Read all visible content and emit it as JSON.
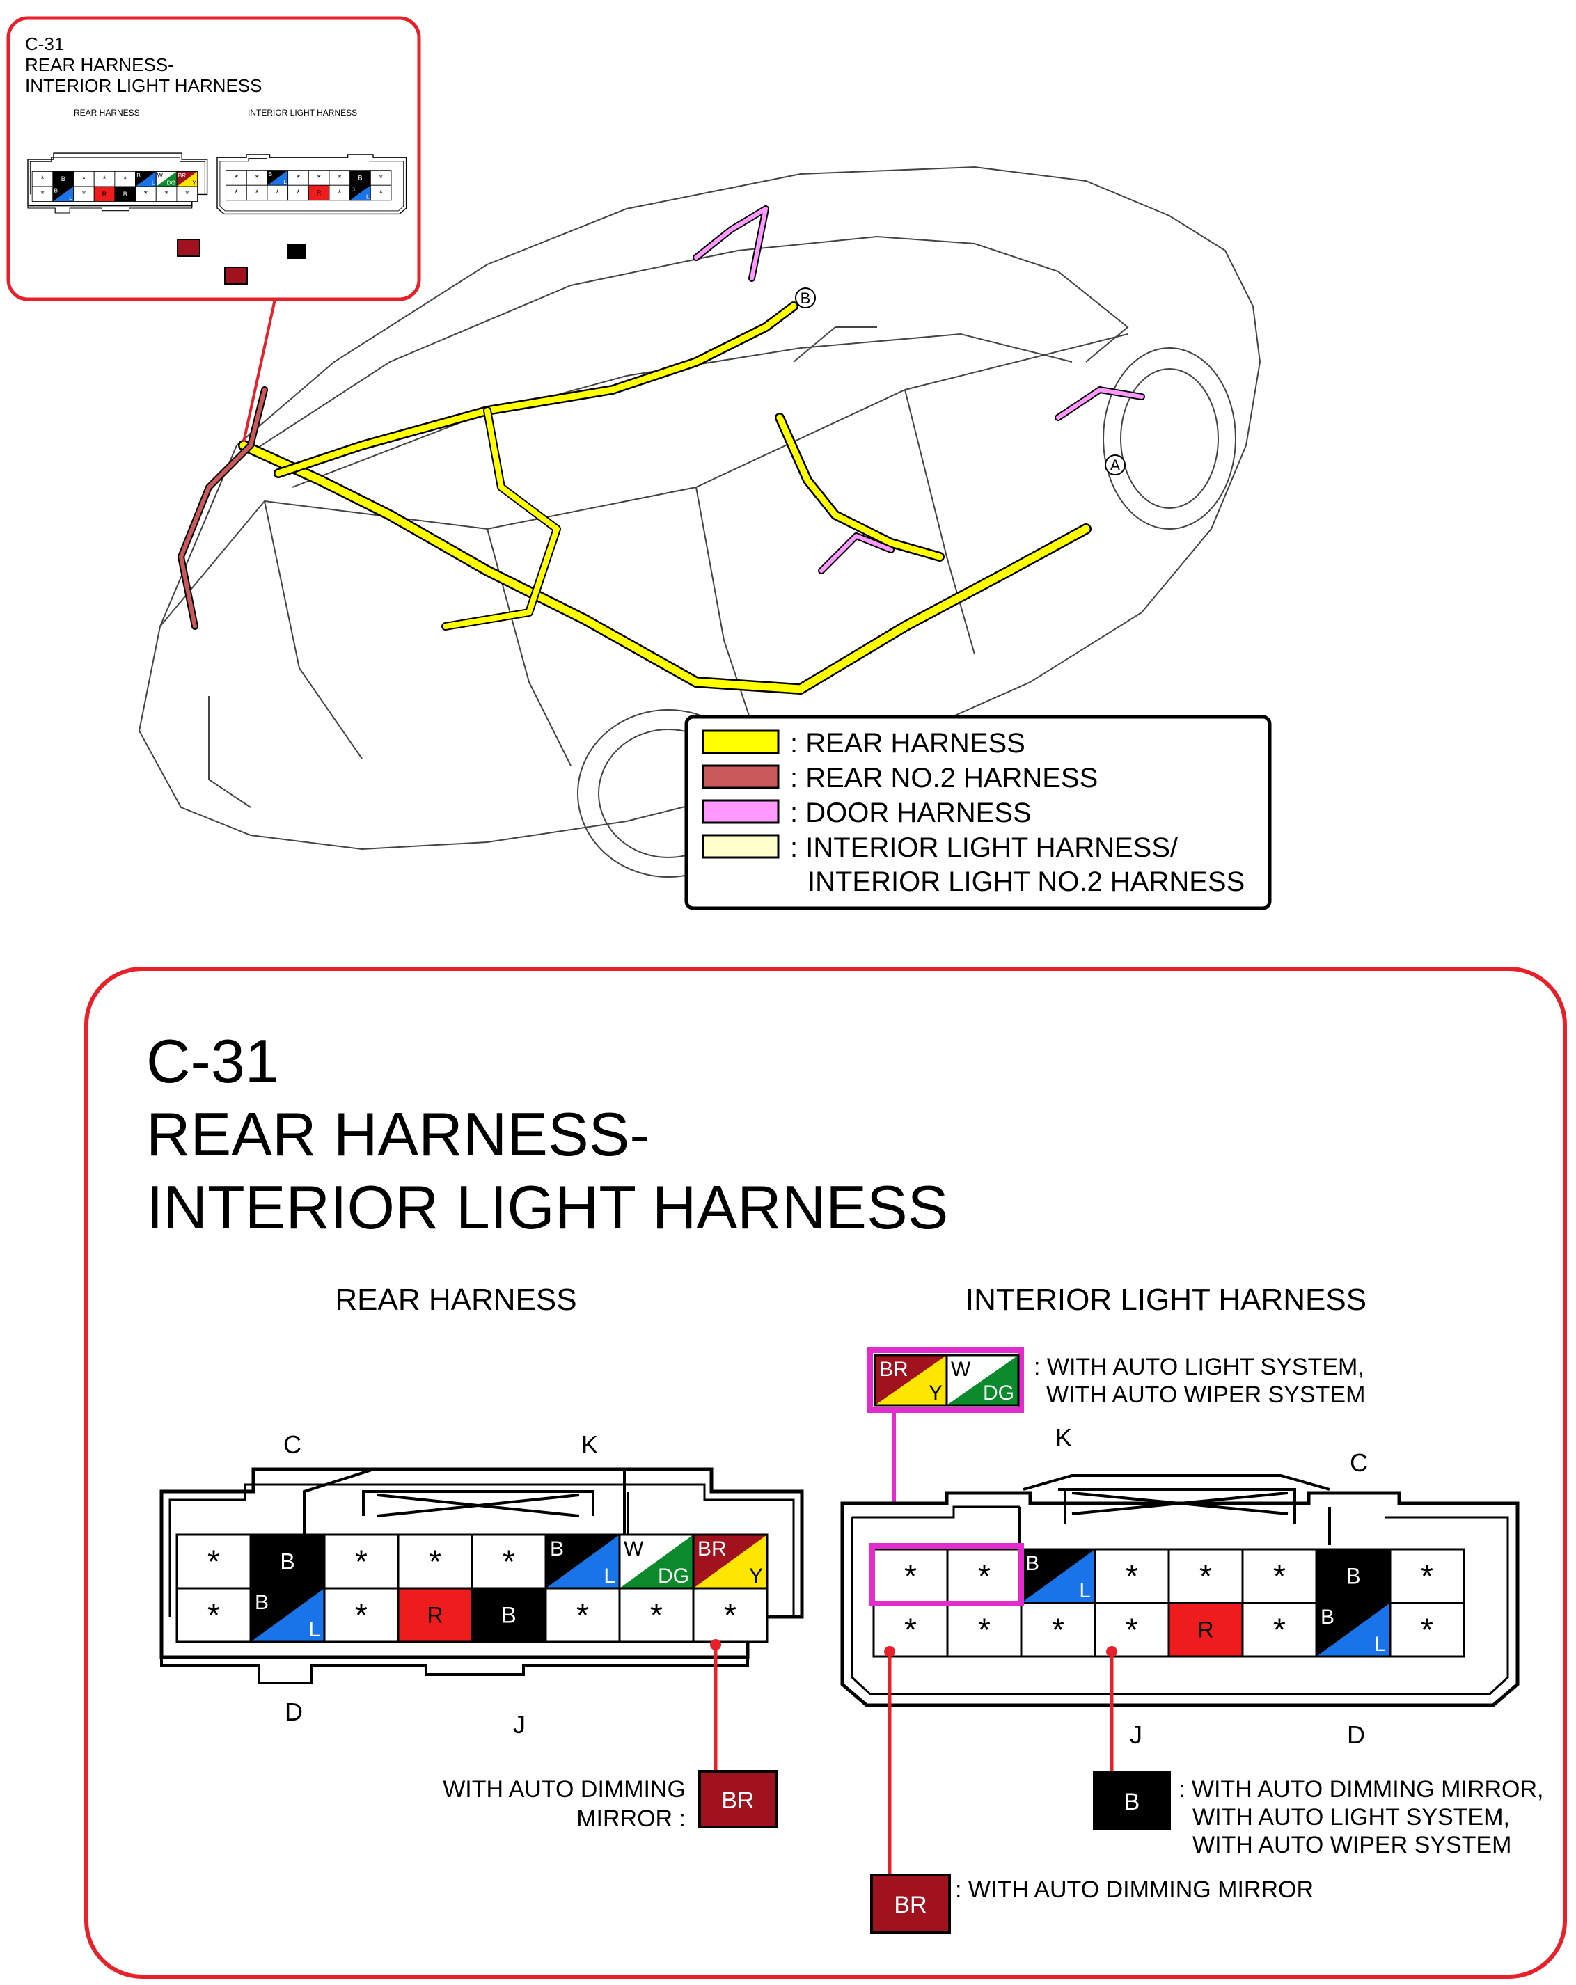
{
  "connector": {
    "id": "C-31",
    "title_line1": "REAR HARNESS-",
    "title_line2": "INTERIOR LIGHT HARNESS"
  },
  "legend": [
    {
      "label": ": REAR HARNESS",
      "color": "#ffff00"
    },
    {
      "label": ": REAR NO.2 HARNESS",
      "color": "#c8585a"
    },
    {
      "label": ": DOOR HARNESS",
      "color": "#ff99ff"
    },
    {
      "label": ": INTERIOR LIGHT HARNESS/",
      "label2": "INTERIOR LIGHT NO.2 HARNESS",
      "color": "#ffffcc"
    }
  ],
  "callouts": {
    "a": "A",
    "b": "B"
  },
  "rear_harness": {
    "heading": "REAR HARNESS",
    "label_c": "C",
    "label_k": "K",
    "label_d": "D",
    "label_j": "J",
    "row1": [
      {
        "kind": "star",
        "text": "*"
      },
      {
        "kind": "solid",
        "text": "B",
        "fill": "#000000",
        "fg": "#ffffff"
      },
      {
        "kind": "star",
        "text": "*"
      },
      {
        "kind": "star",
        "text": "*"
      },
      {
        "kind": "star",
        "text": "*"
      },
      {
        "kind": "split",
        "t1": "B",
        "t2": "L",
        "c1": "#000000",
        "c2": "#1874e8"
      },
      {
        "kind": "split",
        "t1": "W",
        "t2": "DG",
        "c1": "#ffffff",
        "c2": "#0a8a2a"
      },
      {
        "kind": "split",
        "t1": "BR",
        "t2": "Y",
        "c1": "#a0121e",
        "c2": "#ffe600"
      }
    ],
    "row2": [
      {
        "kind": "star",
        "text": "*"
      },
      {
        "kind": "split",
        "t1": "B",
        "t2": "L",
        "c1": "#000000",
        "c2": "#1874e8"
      },
      {
        "kind": "star",
        "text": "*"
      },
      {
        "kind": "solid",
        "text": "R",
        "fill": "#ee1c1c",
        "fg": "#000000"
      },
      {
        "kind": "solid",
        "text": "B",
        "fill": "#000000",
        "fg": "#ffffff"
      },
      {
        "kind": "star",
        "text": "*"
      },
      {
        "kind": "star",
        "text": "*"
      },
      {
        "kind": "star",
        "text": "*"
      }
    ],
    "note_line1": "WITH AUTO DIMMING",
    "note_line2": "MIRROR :",
    "note_box": "BR"
  },
  "interior_harness": {
    "heading": "INTERIOR LIGHT HARNESS",
    "label_k": "K",
    "label_c": "C",
    "label_j": "J",
    "label_d": "D",
    "row1": [
      {
        "kind": "star",
        "text": "*"
      },
      {
        "kind": "star",
        "text": "*"
      },
      {
        "kind": "split",
        "t1": "B",
        "t2": "L",
        "c1": "#000000",
        "c2": "#1874e8"
      },
      {
        "kind": "star",
        "text": "*"
      },
      {
        "kind": "star",
        "text": "*"
      },
      {
        "kind": "star",
        "text": "*"
      },
      {
        "kind": "solid",
        "text": "B",
        "fill": "#000000",
        "fg": "#ffffff"
      },
      {
        "kind": "star",
        "text": "*"
      }
    ],
    "row2": [
      {
        "kind": "star",
        "text": "*"
      },
      {
        "kind": "star",
        "text": "*"
      },
      {
        "kind": "star",
        "text": "*"
      },
      {
        "kind": "star",
        "text": "*"
      },
      {
        "kind": "solid",
        "text": "R",
        "fill": "#ee1c1c",
        "fg": "#000000"
      },
      {
        "kind": "star",
        "text": "*"
      },
      {
        "kind": "split",
        "t1": "B",
        "t2": "L",
        "c1": "#000000",
        "c2": "#1874e8"
      },
      {
        "kind": "star",
        "text": "*"
      }
    ],
    "option_swatches": [
      {
        "t1": "BR",
        "t2": "Y",
        "c1": "#a0121e",
        "c2": "#ffe600"
      },
      {
        "t1": "W",
        "t2": "DG",
        "c1": "#ffffff",
        "c2": "#0a8a2a"
      }
    ],
    "option_note_line1": ": WITH AUTO LIGHT SYSTEM,",
    "option_note_line2": "WITH AUTO WIPER SYSTEM",
    "note_b_box": "B",
    "note_b_line1": ": WITH AUTO DIMMING MIRROR,",
    "note_b_line2": "WITH AUTO LIGHT SYSTEM,",
    "note_b_line3": "WITH AUTO WIPER SYSTEM",
    "note_br_box": "BR",
    "note_br_line1": ": WITH AUTO DIMMING MIRROR"
  },
  "colors": {
    "frame_red": "#e8202a",
    "highlight_magenta": "#e22ccc",
    "note_br": "#a0121e"
  }
}
